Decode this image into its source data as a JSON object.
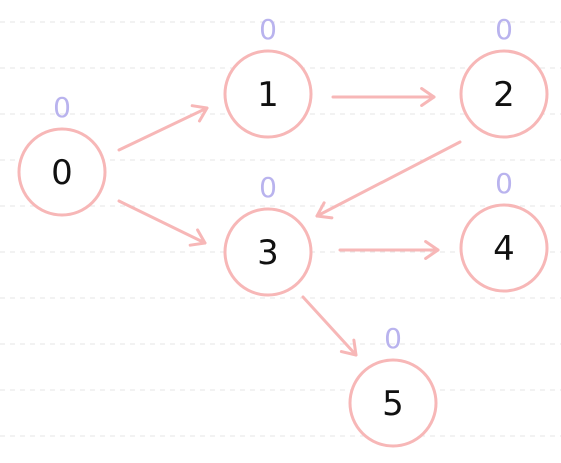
{
  "colors": {
    "edge": "#f7b7b7",
    "node_border": "#f7b7b7",
    "label": "#111111",
    "value": "#b9b3ee",
    "grid": "#e6e6e6",
    "background": "#ffffff"
  },
  "nodes": [
    {
      "id": "0",
      "label": "0",
      "value": "0"
    },
    {
      "id": "1",
      "label": "1",
      "value": "0"
    },
    {
      "id": "2",
      "label": "2",
      "value": "0"
    },
    {
      "id": "3",
      "label": "3",
      "value": "0"
    },
    {
      "id": "4",
      "label": "4",
      "value": "0"
    },
    {
      "id": "5",
      "label": "5",
      "value": "0"
    }
  ],
  "edges": [
    {
      "from": "0",
      "to": "1"
    },
    {
      "from": "0",
      "to": "3"
    },
    {
      "from": "1",
      "to": "2"
    },
    {
      "from": "2",
      "to": "3"
    },
    {
      "from": "3",
      "to": "4"
    },
    {
      "from": "3",
      "to": "5"
    }
  ]
}
